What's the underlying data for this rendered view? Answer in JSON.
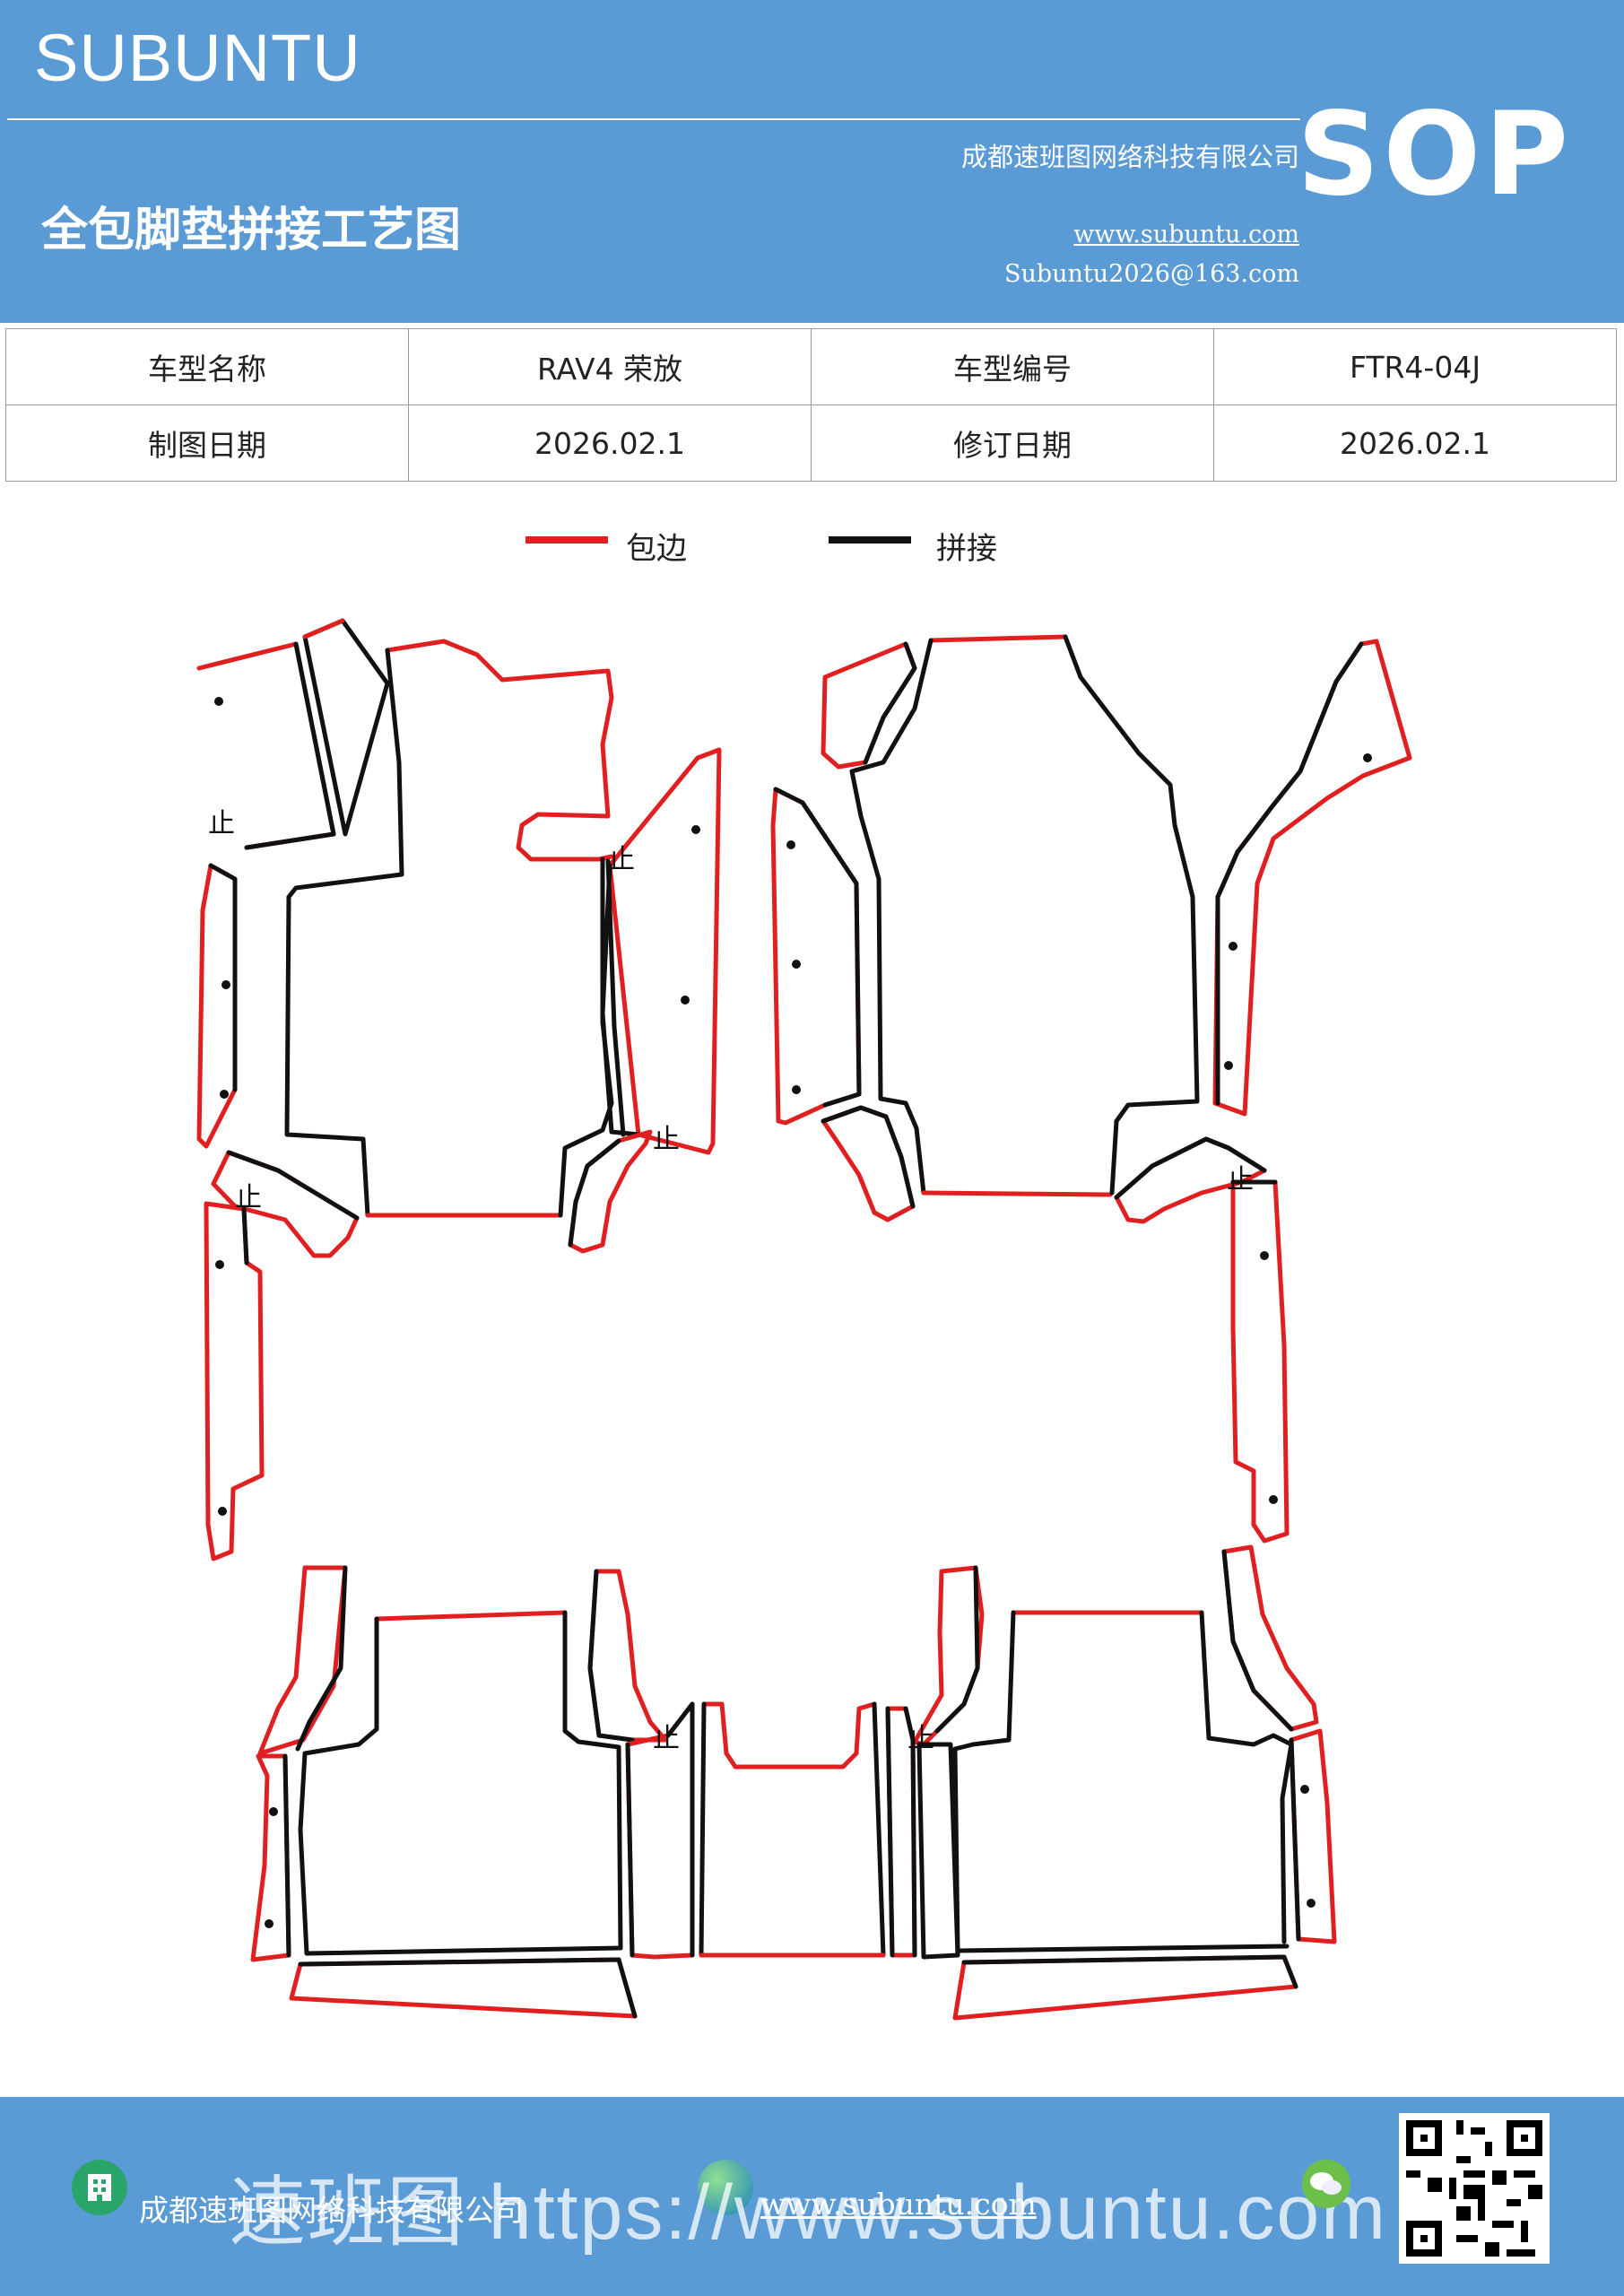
{
  "header": {
    "brand": "SUBUNTU",
    "title": "全包脚垫拼接工艺图",
    "company": "成都速班图网络科技有限公司",
    "website": "www.subuntu.com",
    "email": "Subuntu2026@163.com",
    "badge": "SOP"
  },
  "info_table": [
    [
      "车型名称",
      "RAV4 荣放",
      "车型编号",
      "FTR4-04J"
    ],
    [
      "制图日期",
      "2026.02.1",
      "修订日期",
      "2026.02.1"
    ]
  ],
  "legend": {
    "edge_label": "包边",
    "edge_color": "#e02020",
    "join_label": "拼接",
    "join_color": "#111111"
  },
  "drawing": {
    "stop_mark": "止"
  },
  "footer": {
    "company": "成都速班图网络科技有限公司",
    "website": "www.subuntu.com",
    "overlay": "速班图 https://www.subuntu.com",
    "building_icon": "building-icon",
    "globe_icon": "globe-icon",
    "wechat_icon": "wechat-icon",
    "qr_icon": "qr-code-icon"
  }
}
